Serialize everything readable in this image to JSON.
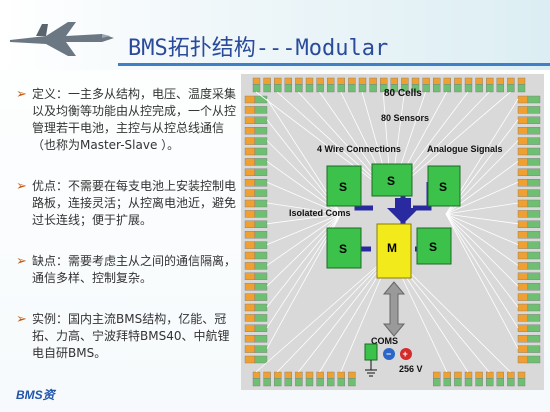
{
  "title": "BMS拓扑结构---Modular",
  "bullets": [
    {
      "icon": "bullet-icon",
      "text": "定义：一主多从结构，电压、温度采集以及均衡等功能由从控完成，一个从控管理若干电池，主控与从控总线通信（也称为Master-Slave ）。"
    },
    {
      "icon": "bullet-icon",
      "text": "优点：不需要在每支电池上安装控制电路板，连接灵活；从控离电池近，避免过长连线；便于扩展。"
    },
    {
      "icon": "bullet-icon",
      "text": "缺点：需要考虑主从之间的通信隔离，通信多样、控制复杂。"
    },
    {
      "icon": "bullet-icon",
      "text": "实例：国内主流BMS结构，亿能、冠拓、力高、宁波拜特BMS40、中航锂电自研BMS。"
    }
  ],
  "diagram": {
    "cells_label": "80 Cells",
    "sensors_label": "80 Sensors",
    "wire_label": "4 Wire Connections",
    "analogue_label": "Analogue Signals",
    "coms_label": "Isolated Coms",
    "slave_label": "S",
    "master_label": "M",
    "coms_bottom": "COMS",
    "voltage": "256 V",
    "minus": "−",
    "plus": "+",
    "colors": {
      "cell_green": "#6fbf73",
      "cell_orange": "#f0a030",
      "slave": "#3cc24a",
      "master": "#f2ea1a",
      "bus": "#2a2aa0"
    }
  },
  "logo": "BMS资"
}
